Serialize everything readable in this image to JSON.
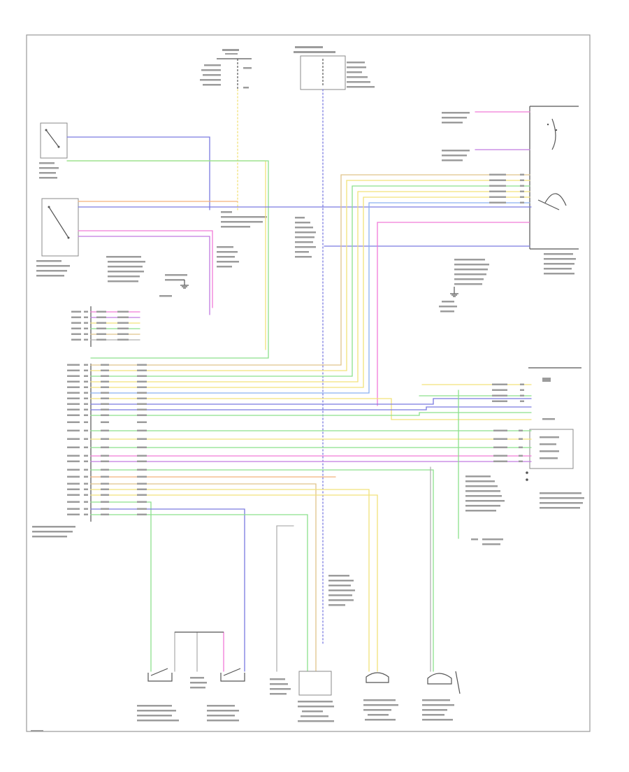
{
  "diagram": {
    "components": [
      {
        "id": "pcm",
        "label": ""
      },
      {
        "id": "clutch-pedal-switch",
        "label": ""
      },
      {
        "id": "brake-switch",
        "label": ""
      },
      {
        "id": "hot-at-all-times-1",
        "label": ""
      },
      {
        "id": "hot-in-run",
        "label": ""
      },
      {
        "id": "shift-solenoid-block",
        "label": ""
      },
      {
        "id": "input-shaft-speed-sensor",
        "label": ""
      },
      {
        "id": "output-shaft-speed-sensor",
        "label": ""
      },
      {
        "id": "turbine-speed-sensor",
        "label": ""
      },
      {
        "id": "tr-sensor",
        "label": ""
      }
    ],
    "wire_colors": {
      "yellow": "#f2e27a",
      "blue": "#7a7ae0",
      "green": "#8ce08c",
      "orange": "#f2b07a",
      "pink": "#f07ad8",
      "violet": "#c07ae0",
      "tan": "#e0c48a",
      "gray": "#b0b0b0",
      "lightblue": "#8ab0f2"
    },
    "page_number": ""
  }
}
